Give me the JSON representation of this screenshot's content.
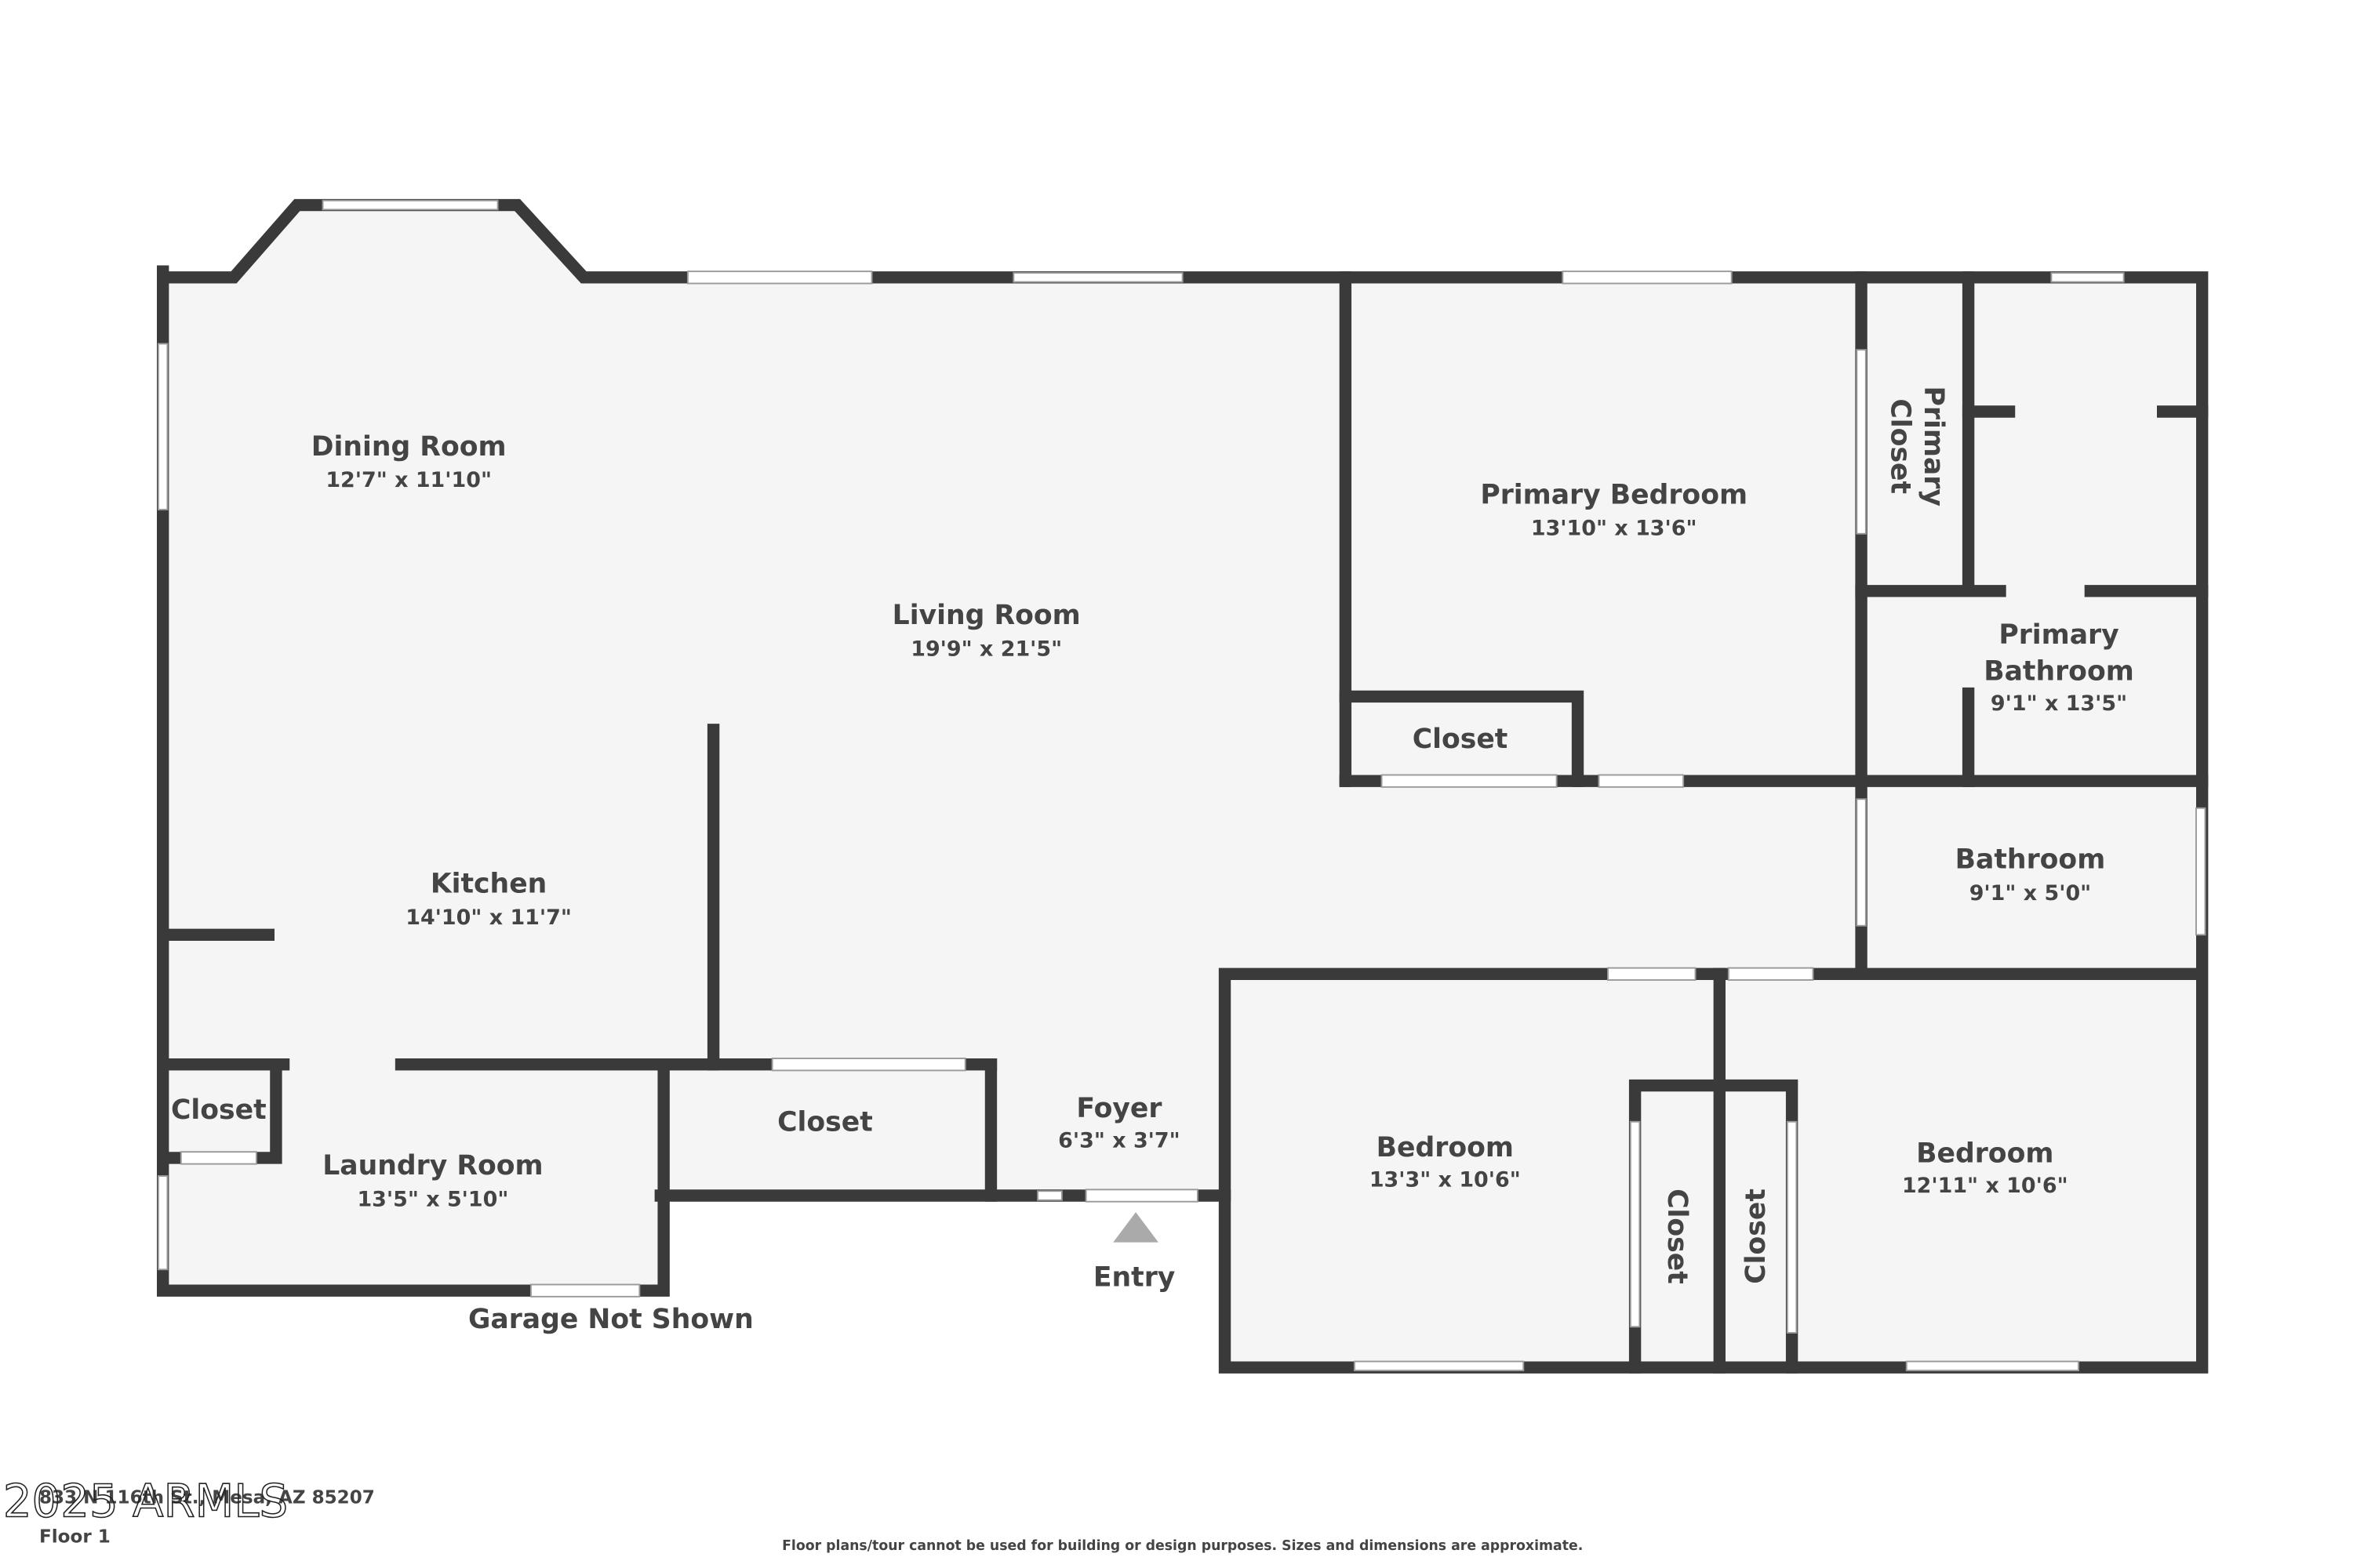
{
  "rooms": {
    "dining": {
      "name": "Dining Room",
      "dim": "12'7\" x 11'10\""
    },
    "living": {
      "name": "Living Room",
      "dim": "19'9\" x 21'5\""
    },
    "primary_bedroom": {
      "name": "Primary Bedroom",
      "dim": "13'10\" x 13'6\""
    },
    "primary_closet": {
      "name1": "Primary",
      "name2": "Closet"
    },
    "primary_bathroom": {
      "name1": "Primary",
      "name2": "Bathroom",
      "dim": "9'1\" x 13'5\""
    },
    "closet_primary": {
      "name": "Closet"
    },
    "bathroom": {
      "name": "Bathroom",
      "dim": "9'1\" x 5'0\""
    },
    "kitchen": {
      "name": "Kitchen",
      "dim": "14'10\" x 11'7\""
    },
    "closet_laundry": {
      "name": "Closet"
    },
    "laundry": {
      "name": "Laundry Room",
      "dim": "13'5\" x 5'10\""
    },
    "closet_hall": {
      "name": "Closet"
    },
    "foyer": {
      "name": "Foyer",
      "dim": "6'3\" x 3'7\""
    },
    "bedroom1": {
      "name": "Bedroom",
      "dim": "13'3\" x 10'6\""
    },
    "closet_b1": {
      "name": "Closet"
    },
    "closet_b2": {
      "name": "Closet"
    },
    "bedroom2": {
      "name": "Bedroom",
      "dim": "12'11\" x 10'6\""
    }
  },
  "labels": {
    "entry": "Entry",
    "garage": "Garage Not Shown"
  },
  "footer": {
    "address": "833 N 116th St., Mesa, AZ 85207",
    "floor": "Floor 1",
    "disclaimer": "Floor plans/tour cannot be used for building or design purposes. Sizes and dimensions are approximate.",
    "watermark": "2025 ARMLS"
  }
}
